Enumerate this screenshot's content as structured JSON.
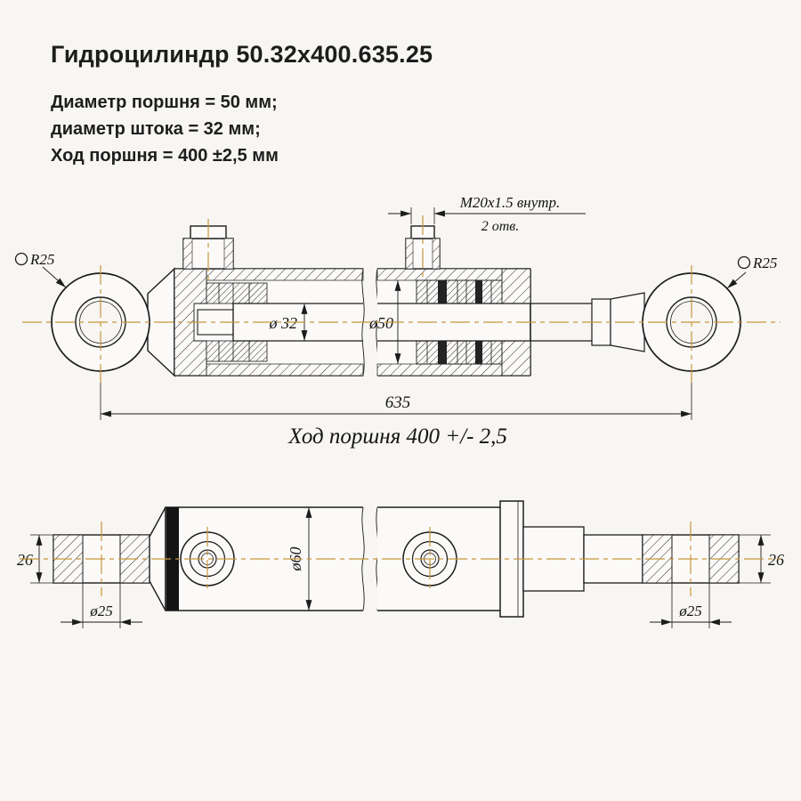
{
  "title": "Гидроцилиндр 50.32х400.635.25",
  "specs": {
    "piston_diameter": "Диаметр поршня = 50 мм;",
    "rod_diameter": "диаметр штока = 32 мм;",
    "stroke": "Ход поршня = 400 ±2,5 мм"
  },
  "annotations": {
    "thread_spec": "M20x1.5 внутр.",
    "thread_holes": "2 отв.",
    "radius_left": "R25",
    "radius_right": "R25",
    "rod_diameter_dim": "ø 32",
    "bore_diameter_dim": "ø50",
    "overall_length": "635",
    "stroke_note": "Ход поршня 400 +/- 2,5",
    "eye_width_left": "26",
    "eye_width_right": "26",
    "body_diameter_dim": "ø60",
    "eye_hole_left": "ø25",
    "eye_hole_right": "ø25"
  },
  "colors": {
    "centerline": "#c8963c",
    "line": "#1c1c1c",
    "background": "#f8f6f3"
  }
}
